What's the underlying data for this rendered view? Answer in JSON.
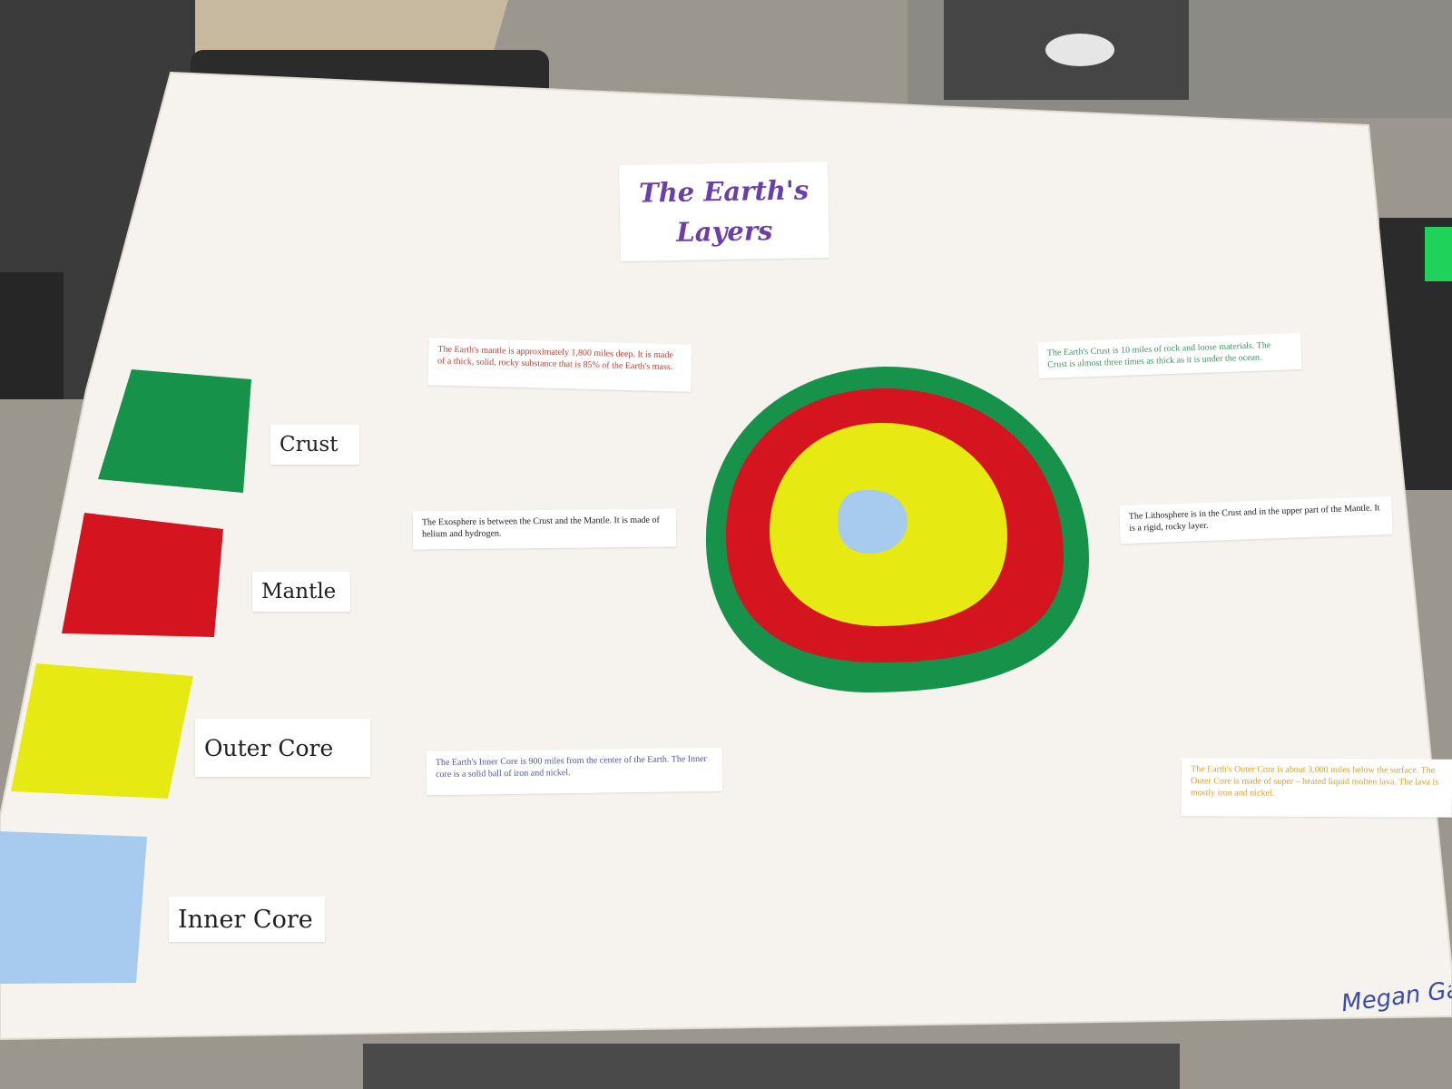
{
  "poster": {
    "title_line1": "The Earth's",
    "title_line2": "Layers",
    "signature": "Megan Garr"
  },
  "legend": [
    {
      "label": "Crust",
      "color": "#17924a"
    },
    {
      "label": "Mantle",
      "color": "#d4141f"
    },
    {
      "label": "Outer Core",
      "color": "#e6ea12"
    },
    {
      "label": "Inner Core",
      "color": "#a7cbee"
    }
  ],
  "facts": {
    "mantle": {
      "text": "The Earth's mantle is approximately 1,800 miles deep. It is made of a thick, solid, rocky substance that is 85% of the Earth's mass.",
      "color": "#c4402f"
    },
    "exosphere": {
      "text": "The Exosphere is between the Crust and the Mantle. It is made of helium and hydrogen.",
      "color": "#222222"
    },
    "inner_core": {
      "text": "The Earth's Inner Core is 900 miles from the center of the Earth. The Inner core is a solid ball of iron and nickel.",
      "color": "#4e58a8"
    },
    "crust": {
      "text": "The Earth's Crust is 10 miles of rock and loose materials. The Crust is almost three times as thick as it is under the ocean.",
      "color": "#3f9a63"
    },
    "lithosphere": {
      "text": "The Lithosphere is in the Crust and in the upper part of the Mantle. It is a rigid, rocky layer.",
      "color": "#222222"
    },
    "outer_core": {
      "text": "The Earth's Outer Core is about 3,000 miles below the surface. The Outer Core is made of super – heated liquid molten lava. The lava is mostly iron and nickel.",
      "color": "#d8a12e"
    }
  }
}
